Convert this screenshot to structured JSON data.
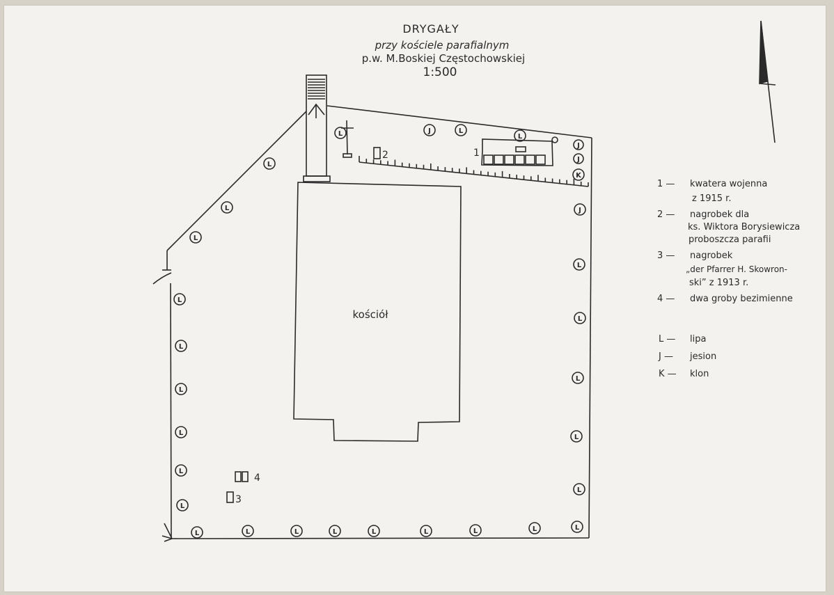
{
  "title": {
    "name": "DRYGAŁY",
    "line1": "przy kościele parafialnym",
    "line2": "p.w. M.Boskiej Częstochowskiej",
    "scale": "1:500"
  },
  "church_label": "kościół",
  "markers": {
    "war_quarter": "1",
    "grave_priest": "2",
    "grave_skowronski": "3",
    "two_graves": "4"
  },
  "legend": [
    {
      "key": "1 —",
      "lines": [
        "kwatera wojenna",
        "z 1915 r."
      ]
    },
    {
      "key": "2 —",
      "lines": [
        "nagrobek dla",
        "ks. Wiktora Borysiewicza",
        "proboszcza parafii"
      ]
    },
    {
      "key": "3 —",
      "lines": [
        "nagrobek",
        "„der Pfarrer H. Skowron-",
        "ski” z 1913 r."
      ]
    },
    {
      "key": "4 —",
      "lines": [
        "dwa groby bezimienne"
      ]
    }
  ],
  "tree_legend": [
    {
      "key": "L —",
      "label": "lipa"
    },
    {
      "key": "J —",
      "label": "jesion"
    },
    {
      "key": "K —",
      "label": "klon"
    }
  ],
  "tree_letters": {
    "linden": "L",
    "ash": "J",
    "maple": "K"
  },
  "colors": {
    "ink": "#2a2a2a",
    "paper": "#f3f2ee",
    "border": "#d6d2c8"
  }
}
